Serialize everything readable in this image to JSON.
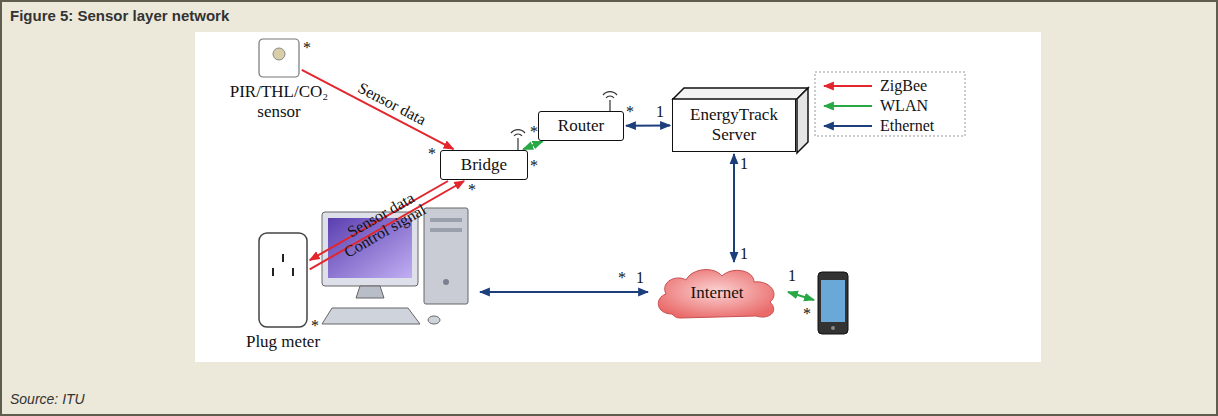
{
  "diagram": {
    "title": "Figure 5: Sensor layer network",
    "caption": "Source: ITU",
    "nodes": [
      {
        "text": [
          "PIR/THL/CO₂ sensor"
        ]
      },
      {
        "text": [
          "Bridge"
        ]
      },
      {
        "text": [
          "Router"
        ]
      },
      {
        "text": [
          "EnergyTrack Server"
        ]
      },
      {
        "text": [
          "Plug meter"
        ]
      },
      {
        "text": [
          "Internet"
        ]
      }
    ],
    "edges": [
      {
        "from": 0,
        "to": 1,
        "label": "Sensor data",
        "arrow": "to"
      },
      {
        "from": 4,
        "to": 1,
        "label": "Sensor data",
        "arrow": "to"
      },
      {
        "from": 1,
        "to": 4,
        "label": "Control signal",
        "arrow": "to"
      },
      {
        "from": 1,
        "to": 2,
        "arrow": "both"
      },
      {
        "from": 2,
        "to": 3,
        "arrow": "both"
      },
      {
        "from": 3,
        "to": 5,
        "arrow": "both"
      }
    ],
    "labels": [
      "*",
      "*",
      "*",
      "*",
      "*",
      "*",
      "1",
      "1",
      "1",
      "*",
      "1",
      "1",
      "*",
      "*"
    ],
    "legend": [
      {
        "text": "ZigBee"
      },
      {
        "text": "WLAN"
      },
      {
        "text": "Ethernet"
      }
    ]
  }
}
